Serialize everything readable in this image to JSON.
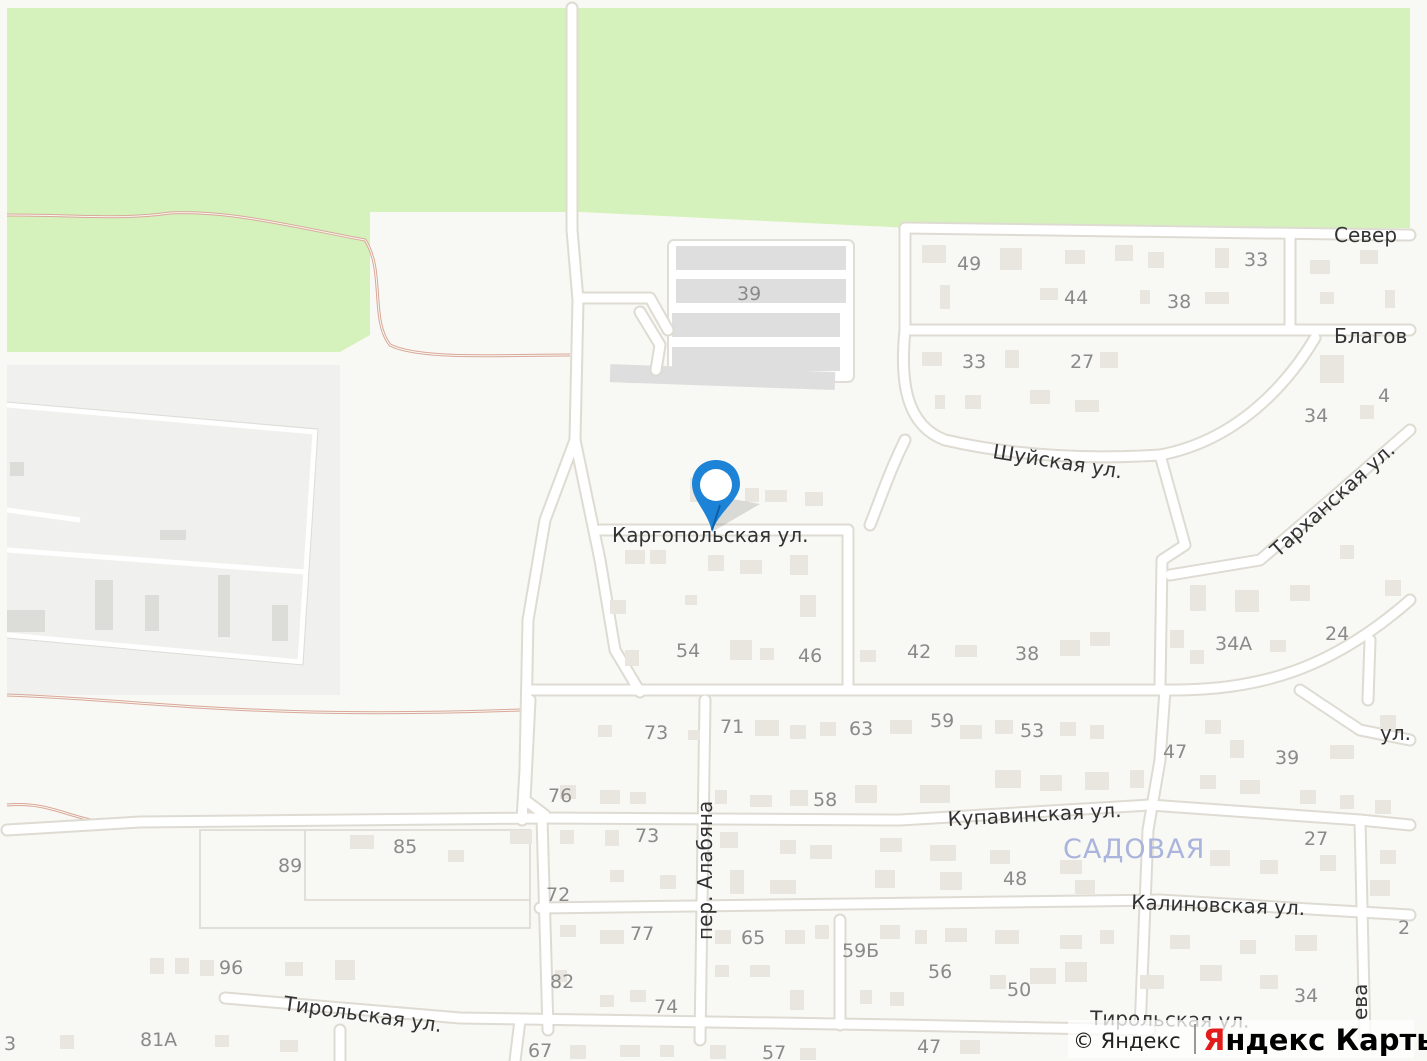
{
  "streets": {
    "kargopolskaya": "Каргопольская ул.",
    "shuyskaya": "Шуйская ул.",
    "tarkhanskaya": "Тарханская ул.",
    "kupavinskaya": "Купавинская ул.",
    "kalinovskaya": "Калиновская ул.",
    "tirolskaya_west": "Тирольская ул.",
    "tirolskaya_east": "Тирольская ул.",
    "alabyana": "пер. Алабяна",
    "sever_cut": "Север",
    "blagov_cut": "Благов",
    "ul_cut": "ул.",
    "eva_cut": "ева"
  },
  "district": "САДОВАЯ",
  "house_numbers": [
    "39",
    "49",
    "33",
    "44",
    "38",
    "33",
    "27",
    "34",
    "4",
    "54",
    "46",
    "42",
    "38",
    "34А",
    "24",
    "73",
    "71",
    "63",
    "59",
    "53",
    "47",
    "39",
    "76",
    "58",
    "27",
    "85",
    "89",
    "73",
    "72",
    "48",
    "77",
    "65",
    "59Б",
    "56",
    "50",
    "34",
    "96",
    "82",
    "74",
    "81А",
    "67",
    "57",
    "47",
    "3",
    "2"
  ],
  "attribution": {
    "copyright": "© Яндекс",
    "brand_first": "Я",
    "brand_rest": "ндекс Карты"
  },
  "colors": {
    "land": "#f8f8f4",
    "forest": "#d6f2bc",
    "road": "#ffffff",
    "road_casing": "#dedbd2",
    "building": "#e7e4de",
    "industrial": "#f2f2f0",
    "marker": "#1d83d6",
    "path": "#d9a898"
  },
  "marker": {
    "label": "location-marker"
  }
}
